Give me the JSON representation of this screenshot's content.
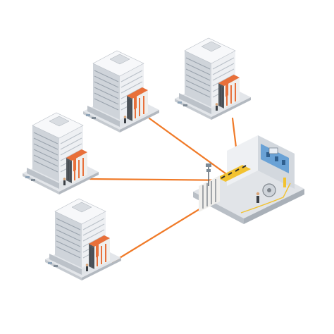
{
  "colors": {
    "background": "#ffffff",
    "link": "#f07a28",
    "building_light": "#eef0f3",
    "building_mid": "#cfd4da",
    "building_dark": "#a7aeb6",
    "window_line": "#9aa3ad",
    "rack_orange": "#e8703a",
    "rack_dark": "#555b61",
    "hub_floor": "#d9dde2",
    "hub_blue": "#6aa2d6",
    "hub_yellow": "#f2c230",
    "hub_stripe": "#2e2e2e"
  },
  "diagram": {
    "branches": [
      {
        "name": "branch-top-left"
      },
      {
        "name": "branch-top-right"
      },
      {
        "name": "branch-middle-left"
      },
      {
        "name": "branch-bottom-left"
      }
    ],
    "hub": {
      "name": "central-datacenter"
    },
    "links": [
      {
        "from": "branch-top-left",
        "to": "central-datacenter"
      },
      {
        "from": "branch-top-right",
        "to": "central-datacenter"
      },
      {
        "from": "branch-middle-left",
        "to": "central-datacenter"
      },
      {
        "from": "branch-bottom-left",
        "to": "central-datacenter"
      }
    ]
  }
}
